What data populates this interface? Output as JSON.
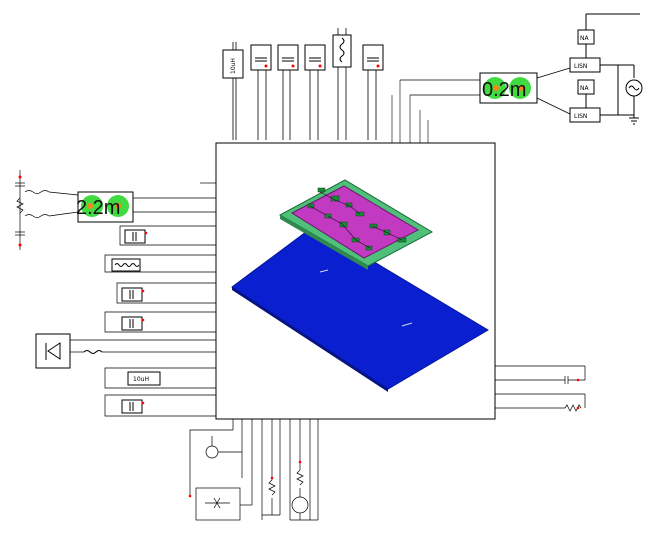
{
  "components": {
    "inductor_label": "10uH",
    "inductor_label_bottom": "10uH",
    "port_left_value": "2.2m",
    "port_right_value": "0.2m",
    "na_label": "NA",
    "lsn_label": "LISN"
  },
  "colors": {
    "wire": "#000000",
    "red_pin": "#ff0000",
    "substrate": "#0a1fcf",
    "board_green": "#4fbf7a",
    "board_magenta": "#c23ac2",
    "port_green": "#2cd62c",
    "port_orange": "#f08a1a"
  }
}
